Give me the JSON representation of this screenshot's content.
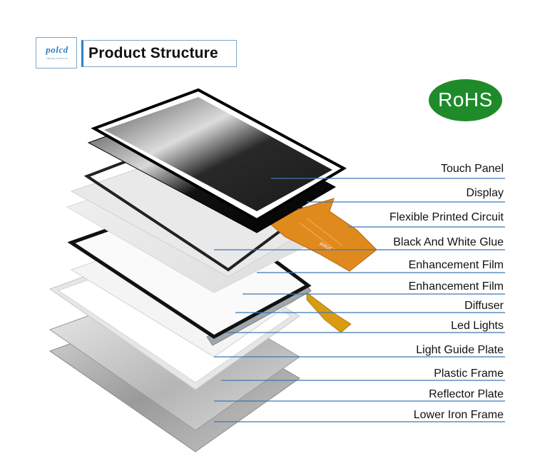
{
  "header": {
    "logo_text": "polcd",
    "logo_subtext": "display solutions",
    "title": "Product Structure"
  },
  "badge": {
    "text": "RoHS",
    "color": "#1f8a2a"
  },
  "fpc_marking": "polcd",
  "layers": [
    {
      "label": "Touch Panel"
    },
    {
      "label": "Display"
    },
    {
      "label": "Flexible Printed Circuit"
    },
    {
      "label": "Black And White Glue"
    },
    {
      "label": "Enhancement Film"
    },
    {
      "label": "Enhancement Film"
    },
    {
      "label": "Diffuser"
    },
    {
      "label": "Led Lights"
    },
    {
      "label": "Light Guide Plate"
    },
    {
      "label": "Plastic Frame"
    },
    {
      "label": "Reflector Plate"
    },
    {
      "label": "Lower Iron Frame"
    }
  ],
  "colors": {
    "accent": "#2f7fc0",
    "leader_line": "#3a78b5",
    "fpc": "#e08a1e"
  }
}
